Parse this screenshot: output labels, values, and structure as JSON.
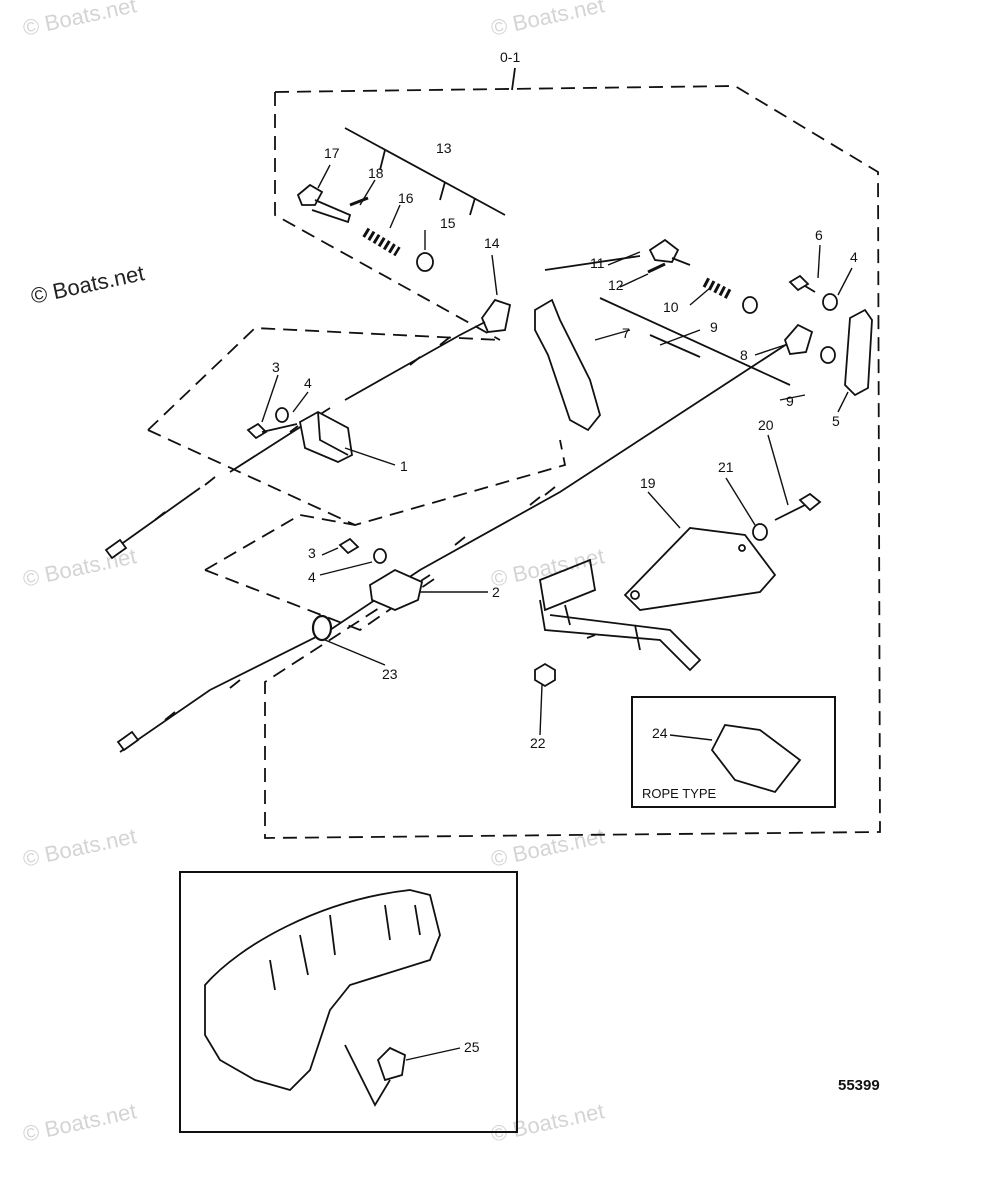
{
  "watermark": "© Boats.net",
  "assembly_label": "0-1",
  "inset_rope_label": "ROPE TYPE",
  "drawing_number": "55399",
  "callouts": {
    "c1": "1",
    "c2": "2",
    "c3a": "3",
    "c3b": "3",
    "c4a": "4",
    "c4b": "4",
    "c4c": "4",
    "c5": "5",
    "c6": "6",
    "c7": "7",
    "c8": "8",
    "c9a": "9",
    "c9b": "9",
    "c10": "10",
    "c11": "11",
    "c12": "12",
    "c13": "13",
    "c14": "14",
    "c15": "15",
    "c16": "16",
    "c17": "17",
    "c18": "18",
    "c19": "19",
    "c20": "20",
    "c21": "21",
    "c22": "22",
    "c23": "23",
    "c24": "24",
    "c25": "25"
  }
}
